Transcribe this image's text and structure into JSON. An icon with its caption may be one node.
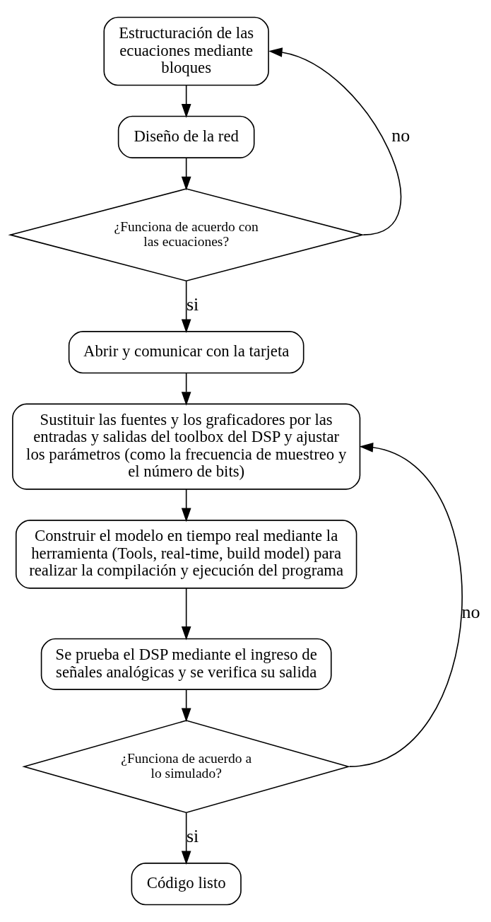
{
  "diagram": {
    "nodes": [
      {
        "text": [
          "Estructuración de las ecuaciones mediante bloques"
        ]
      },
      {
        "text": [
          "Diseño de la red"
        ]
      },
      {
        "text": [
          "¿Funciona de acuerdo con las ecuaciones?"
        ]
      },
      {
        "text": [
          "Abrir y comunicar con la tarjeta"
        ]
      },
      {
        "text": [
          "Sustituir las fuentes y los graficadores por las entradas y salidas del toolbox del DSP y ajustar los parámetros (como la frecuencia de muestreo y el número de bits)"
        ]
      },
      {
        "text": [
          "Construir el modelo en tiempo real mediante la herramienta (Tools, real-time, build model) para realizar la compilación y ejecución del programa"
        ]
      },
      {
        "text": [
          "Se prueba el DSP mediante el ingreso de señales analógicas y se verifica su salida"
        ]
      },
      {
        "text": [
          "¿Funciona de acuerdo a lo simulado?"
        ]
      },
      {
        "text": [
          "Código listo"
        ]
      }
    ],
    "edges": [
      {
        "from": 0,
        "to": 1,
        "arrow": "to"
      },
      {
        "from": 1,
        "to": 2,
        "arrow": "to"
      },
      {
        "from": 2,
        "to": 0,
        "arrow": "to",
        "label": "no"
      },
      {
        "from": 2,
        "to": 3,
        "arrow": "to",
        "label": "si"
      },
      {
        "from": 3,
        "to": 4,
        "arrow": "to"
      },
      {
        "from": 4,
        "to": 5,
        "arrow": "to"
      },
      {
        "from": 5,
        "to": 6,
        "arrow": "to"
      },
      {
        "from": 6,
        "to": 7,
        "arrow": "to"
      },
      {
        "from": 7,
        "to": 4,
        "arrow": "to",
        "label": "no"
      },
      {
        "from": 7,
        "to": 8,
        "arrow": "to",
        "label": "si"
      }
    ]
  }
}
